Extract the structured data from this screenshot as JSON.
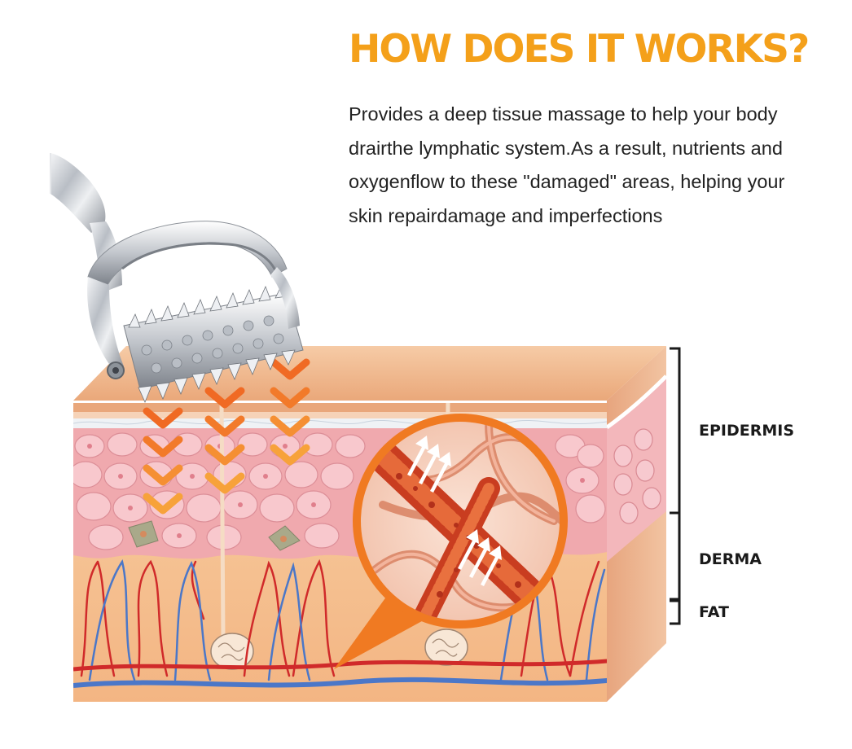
{
  "heading": {
    "text": "HOW DOES IT WORKS?",
    "color": "#f4a01a"
  },
  "description": {
    "text": "Provides a deep tissue massage to help your body drairthe lymphatic system.As a result, nutrients and oxygenflow to these \"damaged\" areas, helping your skin repairdamage and imperfections"
  },
  "layers": {
    "epidermis": "EPIDERMIS",
    "derma": "DERMA",
    "fat": "FAT"
  },
  "colors": {
    "accent_orange": "#f07a22",
    "skin_top": "#f1b48a",
    "cells_pink": "#f3b9bd",
    "fat_tissue": "#f5c08f",
    "artery_red": "#d6292b",
    "vein_blue": "#4f7fcf",
    "roller_silver": "#c9cdd2"
  },
  "icons": {
    "roller": "derma-roller-icon",
    "chevrons": "chevron-down-icon",
    "magnifier": "magnified-lymph-vessel-icon",
    "arrows": "up-arrow-icon"
  }
}
